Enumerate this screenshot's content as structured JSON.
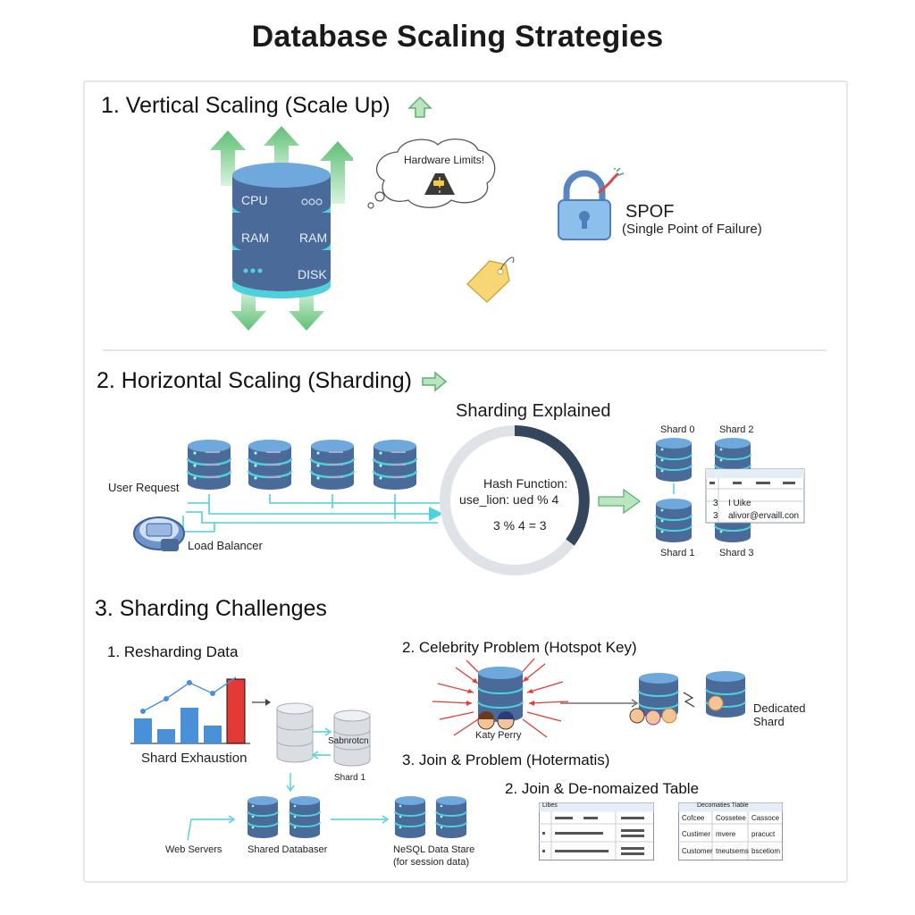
{
  "title": "Database Scaling Strategies",
  "section1": {
    "title": "1. Vertical Scaling (Scale Up)",
    "disk_layers": [
      "CPU",
      "RAM",
      "RAM",
      "DISK"
    ],
    "thought": "Hardware Limits!",
    "spof_title": "SPOF",
    "spof_subtitle": "(Single Point of Failure)"
  },
  "section2": {
    "title": "2. Horizontal Scaling (Sharding)",
    "user_request": "User Request",
    "load_balancer": "Load Balancer",
    "explained_title": "Sharding Explained",
    "hash_title": "Hash Function:",
    "hash_expr": "use_lion: ued % 4",
    "hash_result": "3 % 4 = 3",
    "shards": [
      "Shard 0",
      "Shard 2",
      "Shard 1",
      "Shard 3"
    ],
    "table_rows": [
      {
        "id": "3",
        "value": "I Uike"
      },
      {
        "id": "3",
        "value": "alivor@ervaill.con"
      }
    ]
  },
  "section3": {
    "title": "3. Sharding Challenges",
    "resharding": "1. Resharding Data",
    "shard_exhaustion": "Shard Exhaustion",
    "shard_new": "Shard 1",
    "shard_new_label": "Sabnrotcn",
    "web_servers": "Web Servers",
    "shared_db": "Shared Databaser",
    "nosql_line1": "NeSQL Data Stare",
    "nosql_line2": "(for session data)",
    "celebrity": "2. Celebrity Problem (Hotspot Key)",
    "katy": "Katy Perry",
    "dedicated_line1": "Dedicated",
    "dedicated_line2": "Shard",
    "join_problem": "3. Join & Problem (Hotermatis)",
    "join_denorm": "2.   Join & De-nomaized Table",
    "table1_title": "Libes",
    "table2_title": "Decomaties Tiable",
    "table2_headers": [
      "Cofcee",
      "Cossetee",
      "Cassoce"
    ],
    "table2_rows": [
      [
        "Custimer",
        "mvere",
        "pracuct"
      ],
      [
        "Customer",
        "tneutsems",
        "bscetiom"
      ]
    ]
  },
  "colors": {
    "disk_blue": "#6a9fd8",
    "disk_dark": "#4a6b9a",
    "teal": "#4fd1d9",
    "arrow_green": "#7cc98a",
    "red": "#e53935",
    "lock_blue": "#7fb3e6",
    "tag_yellow": "#f7d774",
    "ring_dark": "#34465c"
  }
}
